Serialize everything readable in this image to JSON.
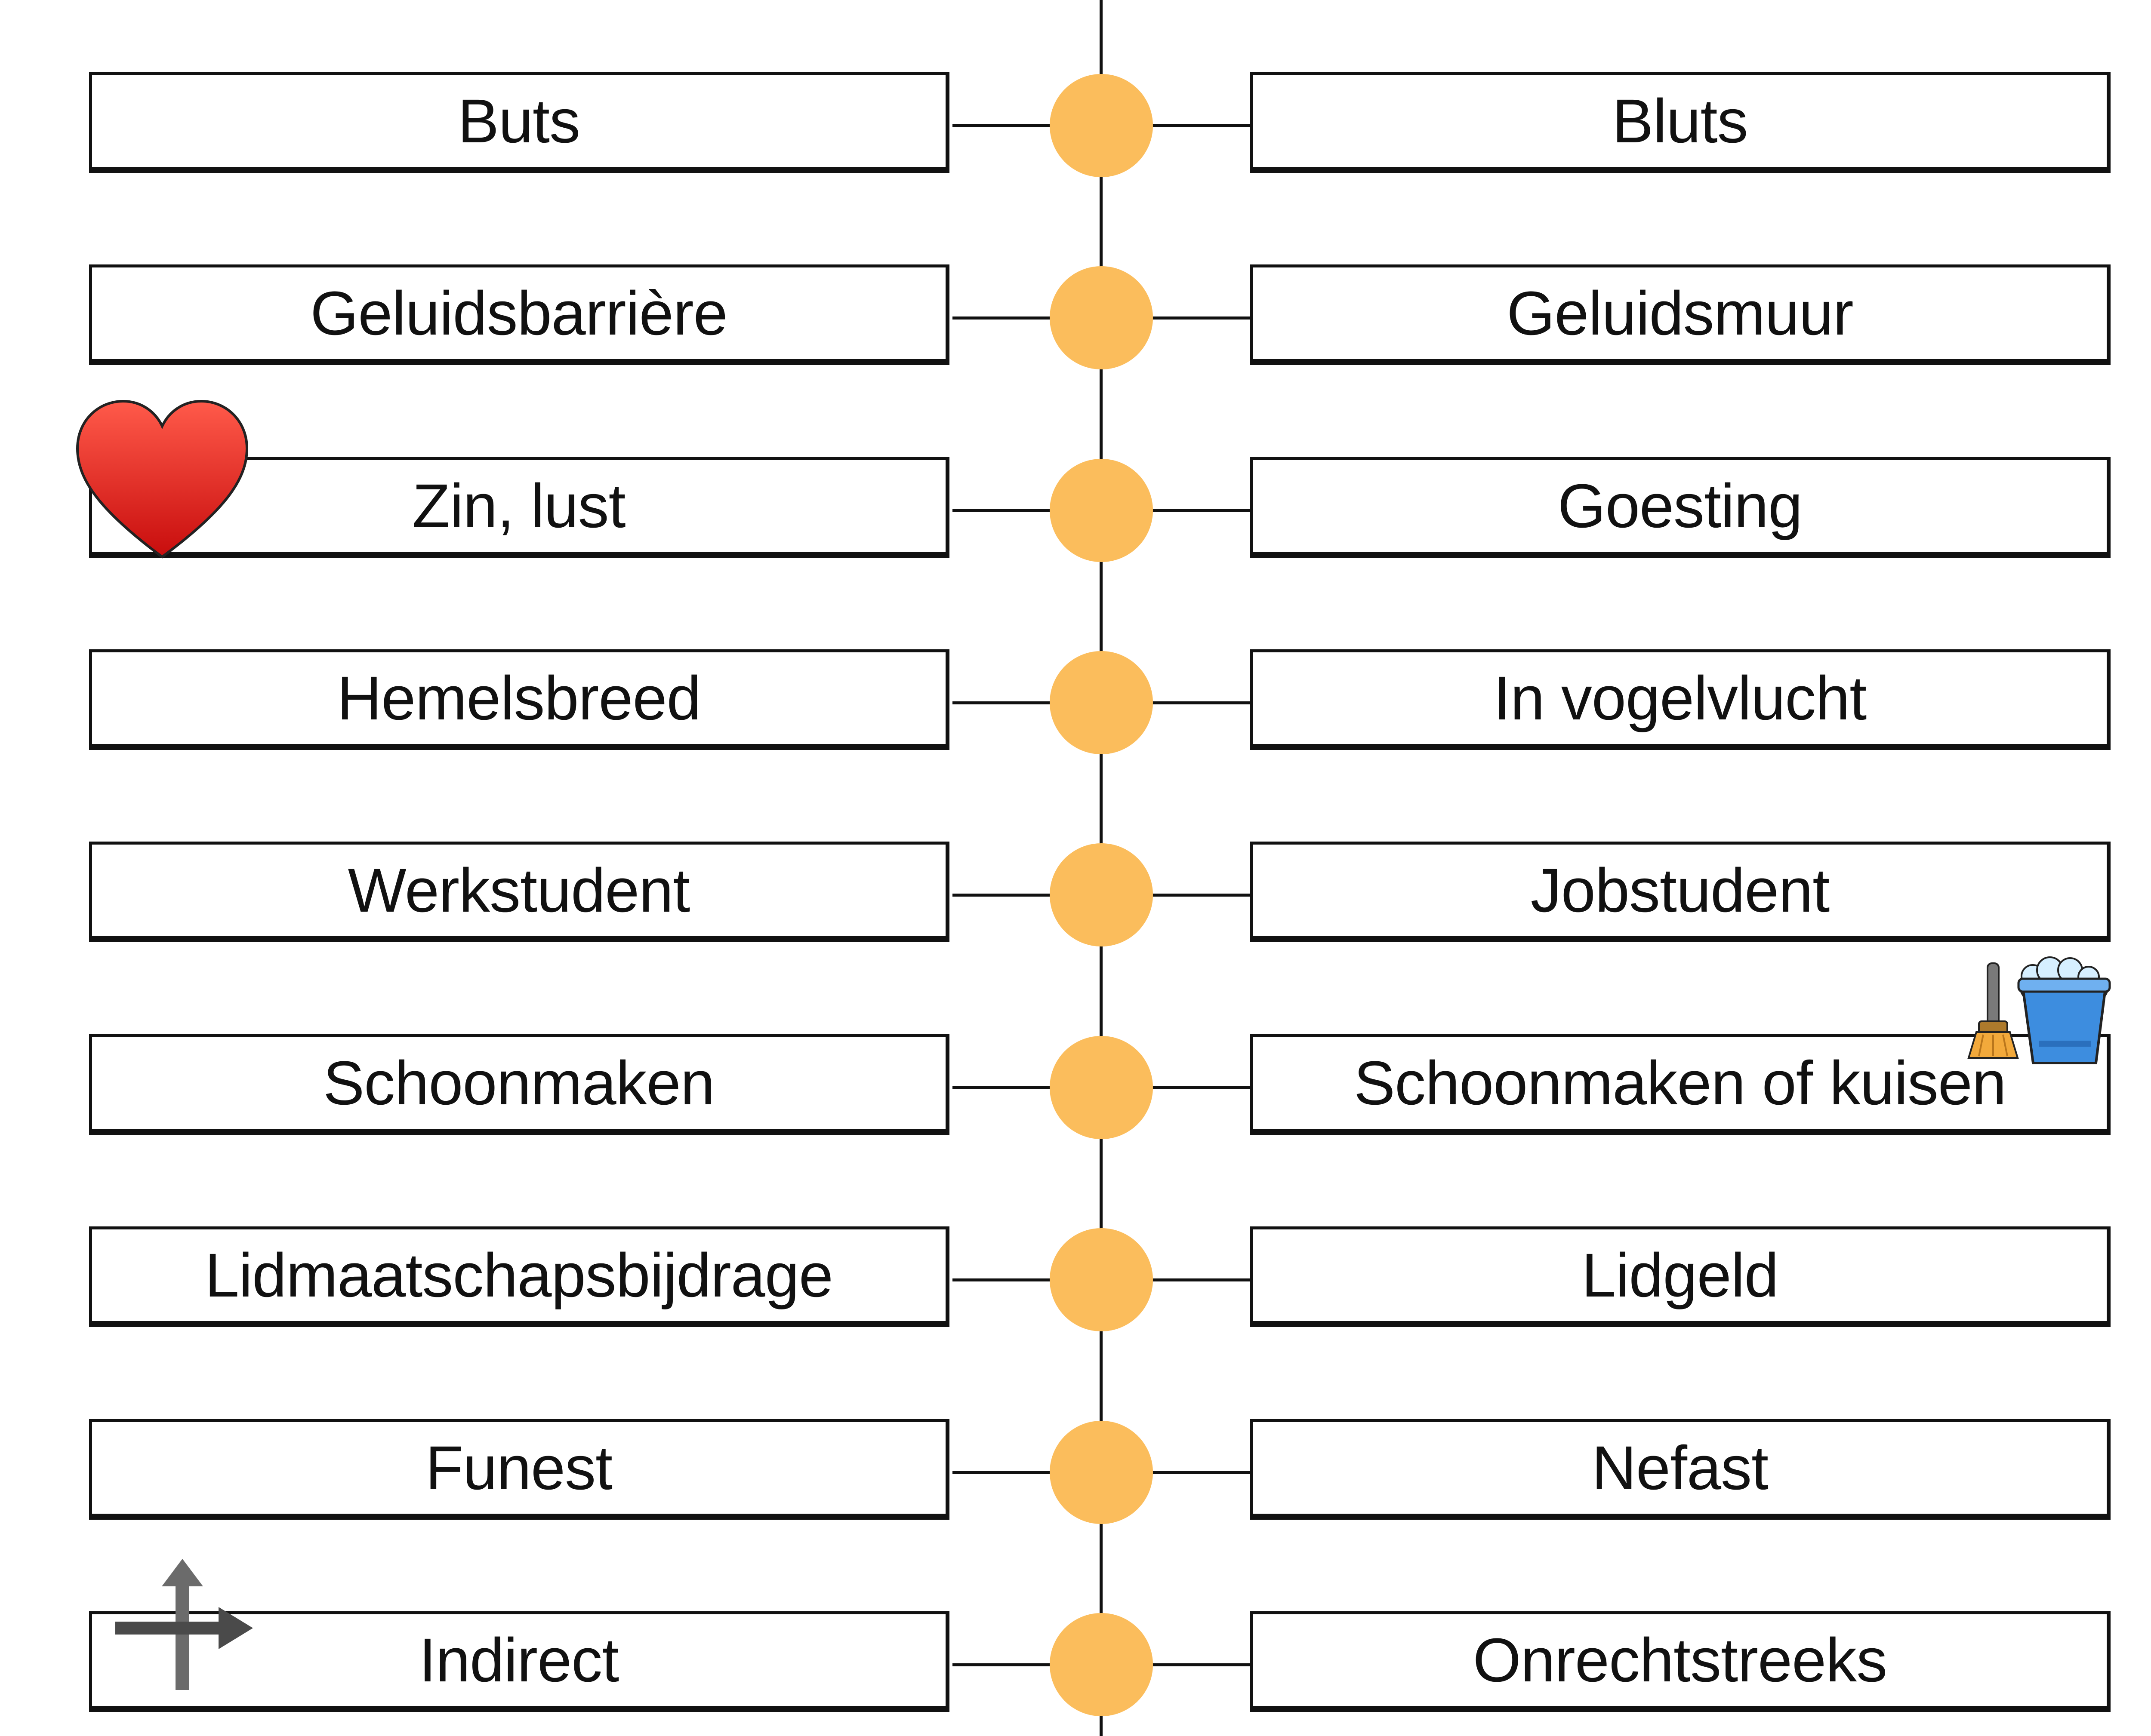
{
  "colors": {
    "node": "#fbbd5c",
    "line": "#111111",
    "heart": "#e8231c",
    "bucket": "#3d8ddf",
    "broom": "#f2a93b",
    "arrow": "#6b6b6b"
  },
  "pairs": [
    {
      "left": "Buts",
      "right": "Bluts"
    },
    {
      "left": "Geluidsbarrière",
      "right": "Geluidsmuur"
    },
    {
      "left": "Zin, lust",
      "right": "Goesting"
    },
    {
      "left": "Hemelsbreed",
      "right": "In vogelvlucht"
    },
    {
      "left": "Werkstudent",
      "right": "Jobstudent"
    },
    {
      "left": "Schoonmaken",
      "right": "Schoonmaken of kuisen"
    },
    {
      "left": "Lidmaatschapsbijdrage",
      "right": "Lidgeld"
    },
    {
      "left": "Funest",
      "right": "Nefast"
    },
    {
      "left": "Indirect",
      "right": "Onrechtstreeks"
    }
  ],
  "icons": {
    "row3_left": "heart-icon",
    "row6_right": "broom-bucket-icon",
    "row9_left": "crossroad-arrows-icon"
  }
}
